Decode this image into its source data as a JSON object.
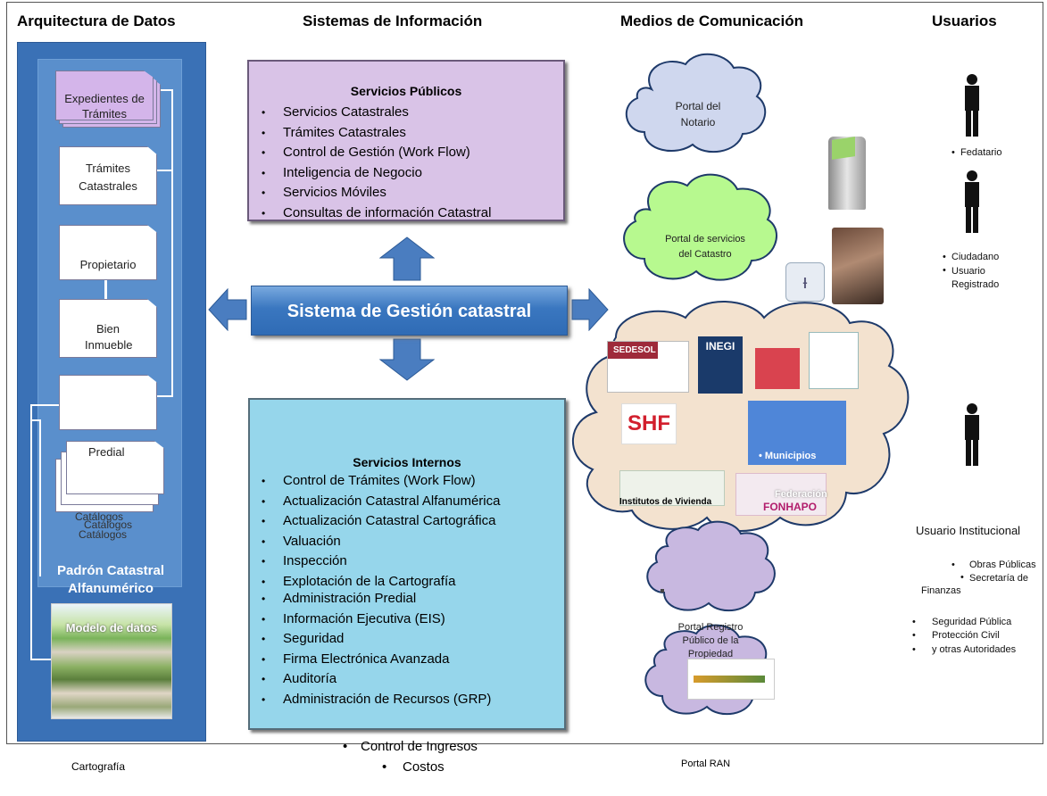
{
  "headers": {
    "arquitectura": "Arquitectura de Datos",
    "sistemas": "Sistemas de Información",
    "medios": "Medios de Comunicación",
    "usuarios": "Usuarios"
  },
  "datos": {
    "expedientes": "Expedientes de Trámites",
    "tramites": "Trámites Catastrales",
    "propietario": "Propietario",
    "bien": "Bien Inmueble",
    "predial": "Predial",
    "catalogos1": "Catálogos",
    "catalogos2": "Catálogos",
    "catalogos3": "Catálogos",
    "padron": "Padrón Catastral Alfanumérico",
    "modelo": "Modelo de datos",
    "cartografia": "Cartografía"
  },
  "publicos": {
    "title": "Servicios Públicos",
    "items": [
      "Servicios Catastrales",
      "Trámites Catastrales",
      "Control de Gestión (Work Flow)",
      "Inteligencia de Negocio",
      "Servicios Móviles",
      "Consultas de información Catastral"
    ]
  },
  "sistema": "Sistema de Gestión catastral",
  "internos": {
    "title": "Servicios Internos",
    "group1": [
      "Control de Trámites (Work Flow)",
      "Actualización Catastral Alfanumérica",
      "Actualización Catastral Cartográfica",
      "Valuación",
      "Inspección",
      "Explotación de la Cartografía"
    ],
    "group2": [
      "Administración Predial",
      "Información Ejecutiva (EIS)",
      "Seguridad",
      "Firma Electrónica Avanzada",
      "Auditoría",
      "Administración de Recursos (GRP)"
    ],
    "sub": [
      "Control de Ingresos",
      "Costos"
    ]
  },
  "medios": {
    "notario": "Portal del Notario",
    "servicios": "Portal de servicios del Catastro",
    "sedesol": "SEDESOL",
    "inegi": "INEGI",
    "shf": "SHF",
    "municipios": "• Municipios",
    "federacion": "Federación",
    "institutos": "Institutos de Vivienda",
    "fonhapo": "FONHAPO",
    "registro": "Portal Registro Público de la Propiedad",
    "ran": "Portal RAN"
  },
  "usuarios": {
    "fedatario": "Fedatario",
    "ciudadano": "Ciudadano",
    "registrado": "Usuario Registrado",
    "institucional": "Usuario Institucional",
    "obras": "Obras Públicas",
    "secretaria": "Secretaría de Finanzas",
    "seguridad": "Seguridad Pública",
    "proteccion": "Protección Civil",
    "otras": "y otras Autoridades"
  },
  "colors": {
    "panel": "#3a71b6",
    "publicos": "#d9c3e7",
    "internos": "#96d6eb",
    "cloud_blue": "#cfd7ee",
    "cloud_green": "#b7f98f",
    "cloud_beige": "#f3e2cf",
    "cloud_purple": "#c8b8e0",
    "arrow": "#4a7dc0"
  }
}
